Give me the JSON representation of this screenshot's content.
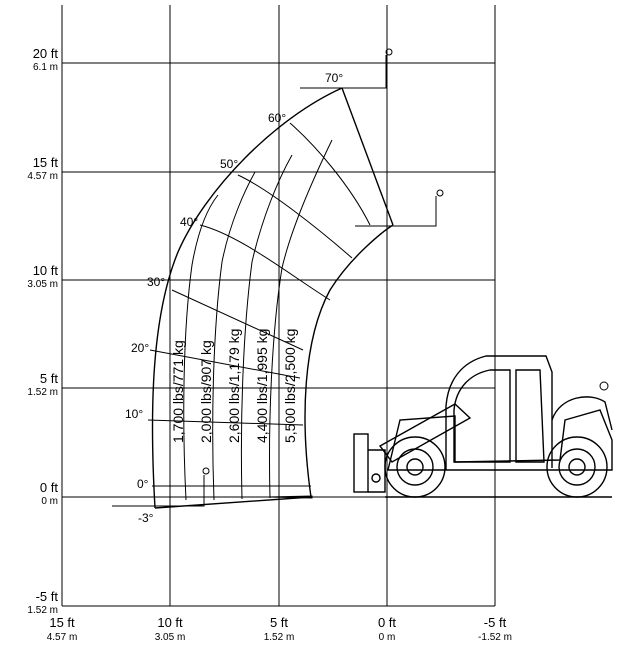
{
  "y_axis": {
    "ticks": [
      {
        "ft": 20,
        "main": "20 ft",
        "sub": "6.1 m"
      },
      {
        "ft": 15,
        "main": "15 ft",
        "sub": "4.57 m"
      },
      {
        "ft": 10,
        "main": "10 ft",
        "sub": "3.05 m"
      },
      {
        "ft": 5,
        "main": "5 ft",
        "sub": "1.52 m"
      },
      {
        "ft": 0,
        "main": "0 ft",
        "sub": "0 m"
      },
      {
        "ft": -5,
        "main": "-5 ft",
        "sub": "1.52 m"
      }
    ]
  },
  "x_axis": {
    "ticks": [
      {
        "ft": 15,
        "main": "15 ft",
        "sub": "4.57 m"
      },
      {
        "ft": 10,
        "main": "10 ft",
        "sub": "3.05 m"
      },
      {
        "ft": 5,
        "main": "5 ft",
        "sub": "1.52 m"
      },
      {
        "ft": 0,
        "main": "0 ft",
        "sub": "0 m"
      },
      {
        "ft": -5,
        "main": "-5 ft",
        "sub": "-1.52 m"
      }
    ]
  },
  "boom_angles": [
    {
      "label": "70°",
      "deg": 70
    },
    {
      "label": "60°",
      "deg": 60
    },
    {
      "label": "50°",
      "deg": 50
    },
    {
      "label": "40°",
      "deg": 40
    },
    {
      "label": "30°",
      "deg": 30
    },
    {
      "label": "20°",
      "deg": 20
    },
    {
      "label": "10°",
      "deg": 10
    },
    {
      "label": "0°",
      "deg": 0
    },
    {
      "label": "-3°",
      "deg": -3
    }
  ],
  "capacity_zones": [
    {
      "label": "1,700 lbs/771 kg",
      "lbs": 1700,
      "kg": 771
    },
    {
      "label": "2,000 lbs/907 kg",
      "lbs": 2000,
      "kg": 907
    },
    {
      "label": "2,600 lbs/1,179 kg",
      "lbs": 2600,
      "kg": 1179
    },
    {
      "label": "4,400 lbs/1,995 kg",
      "lbs": 4400,
      "kg": 1995
    },
    {
      "label": "5,500 lbs/2,500 kg",
      "lbs": 5500,
      "kg": 2500
    }
  ]
}
